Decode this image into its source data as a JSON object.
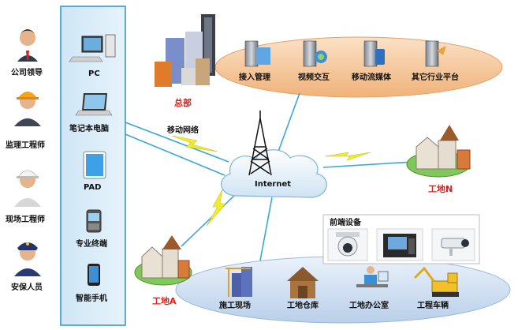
{
  "roles": [
    {
      "label": "公司领导",
      "icon": "executive-icon"
    },
    {
      "label": "监理工程师",
      "icon": "supervisor-engineer-icon"
    },
    {
      "label": "现场工程师",
      "icon": "site-engineer-icon"
    },
    {
      "label": "安保人员",
      "icon": "security-guard-icon"
    }
  ],
  "devices": [
    {
      "label": "PC",
      "icon": "desktop-pc-icon"
    },
    {
      "label": "笔记本电脑",
      "icon": "laptop-icon"
    },
    {
      "label": "PAD",
      "icon": "tablet-icon"
    },
    {
      "label": "专业终端",
      "icon": "handheld-terminal-icon"
    },
    {
      "label": "智能手机",
      "icon": "smartphone-icon"
    }
  ],
  "hq": {
    "label": "总部",
    "servers": [
      "接入管理",
      "视频交互",
      "移动流媒体",
      "其它行业平台"
    ]
  },
  "network": {
    "internet_label": "Internet",
    "mobile_label": "移动网络"
  },
  "site_n": {
    "label": "工地N"
  },
  "site_a": {
    "label": "工地A",
    "items": [
      "施工现场",
      "工地仓库",
      "工地办公室",
      "工程车辆"
    ]
  },
  "front_end": {
    "title": "前端设备",
    "items": [
      "dome-camera-icon",
      "video-terminal-case-icon",
      "box-camera-icon"
    ]
  },
  "colors": {
    "panel": "#d9ecf8",
    "ellipse": "#f6c79a",
    "ellipse_lower": "#cfe0f5",
    "link": "#3aa7d6",
    "bolt": "#f2ee26",
    "label_red": "#e0201b"
  }
}
